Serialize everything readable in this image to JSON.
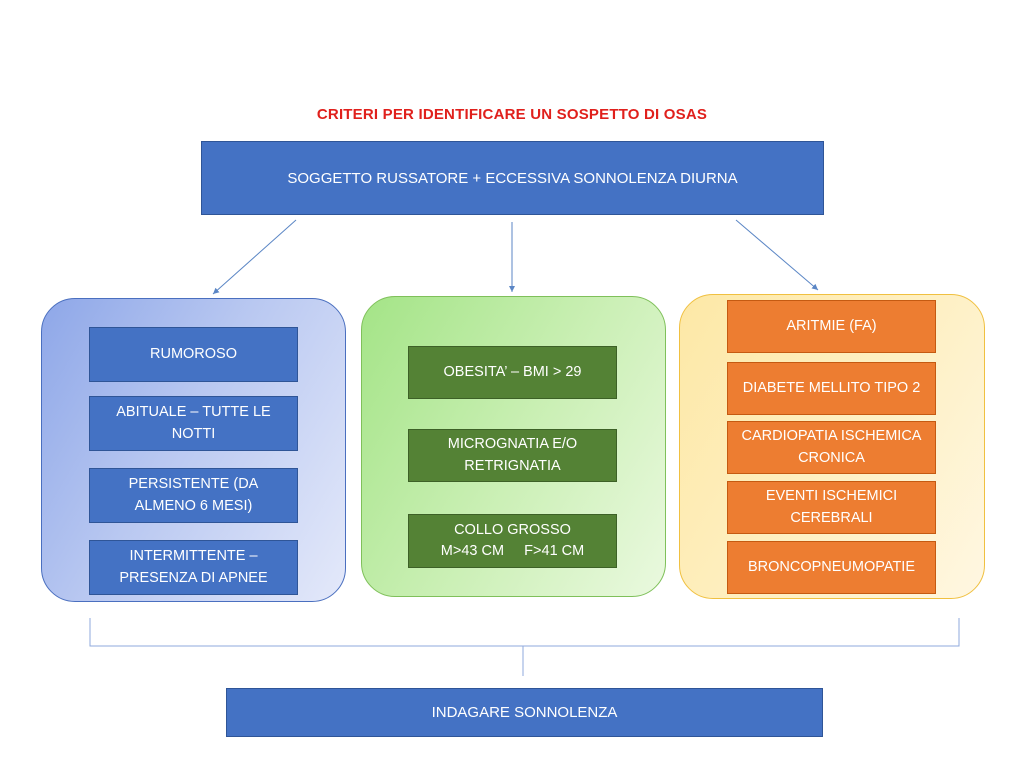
{
  "title": "CRITERI PER IDENTIFICARE UN SOSPETTO DI OSAS",
  "top_box": "SOGGETTO RUSSATORE + ECCESSIVA SONNOLENZA DIURNA",
  "groups": {
    "snoring": [
      "RUMOROSO",
      "ABITUALE – TUTTE LE NOTTI",
      "PERSISTENTE (DA ALMENO 6 MESI)",
      "INTERMITTENTE – PRESENZA DI APNEE"
    ],
    "physical": [
      "OBESITA’ – BMI > 29",
      "MICROGNATIA E/O RETRIGNATIA",
      "COLLO GROSSO",
      "M>43 CM     F>41 CM"
    ],
    "comorbidities": [
      "ARITMIE (FA)",
      "DIABETE MELLITO TIPO 2",
      "CARDIOPATIA ISCHEMICA CRONICA",
      "EVENTI ISCHEMICI CEREBRALI",
      "BRONCOPNEUMOPATIE"
    ]
  },
  "bottom_box": "INDAGARE SONNOLENZA",
  "colors": {
    "title": "#e0201c",
    "blue": "#4472c4",
    "green": "#548235",
    "orange": "#ed7d31",
    "connector": "#5b86c5"
  }
}
